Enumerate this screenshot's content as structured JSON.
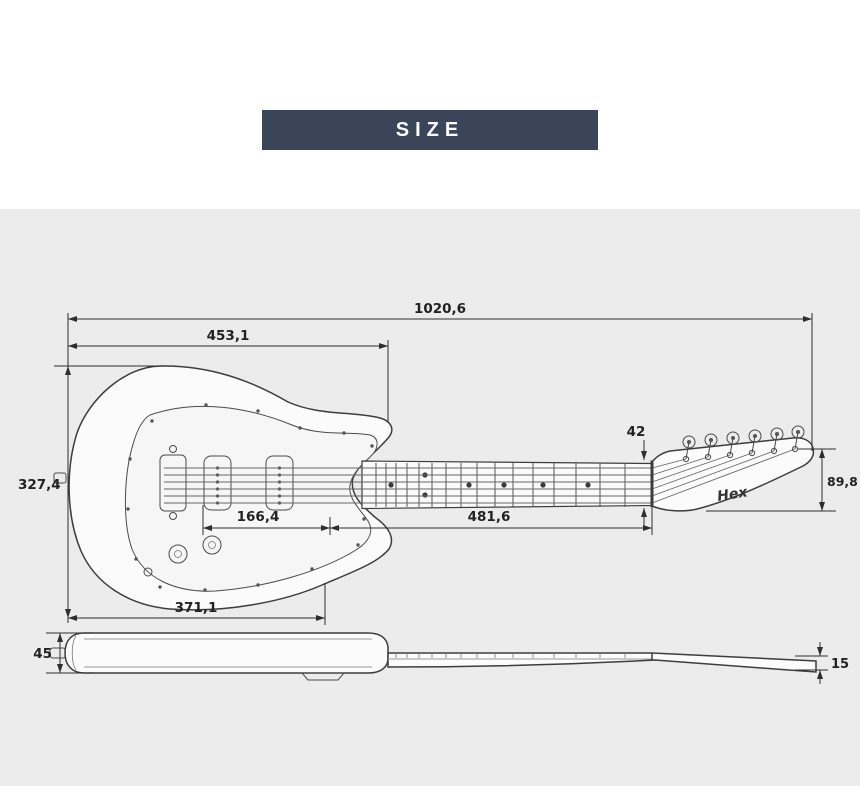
{
  "header": {
    "title": "SIZE"
  },
  "colors": {
    "badge_bg": "#3B4559",
    "panel_bg": "#ECECEC",
    "line": "#2E2E2E"
  },
  "diagram": {
    "logo": "Hex",
    "dims": {
      "total_length": "1020,6",
      "body_length": "453,1",
      "body_height": "327,4",
      "nut_width": "42",
      "headstock_width": "89,8",
      "bridge_to_pickup": "166,4",
      "scale_length": "481,6",
      "lower_bout_length": "371,1",
      "body_thickness": "45",
      "neck_thickness": "15"
    }
  }
}
